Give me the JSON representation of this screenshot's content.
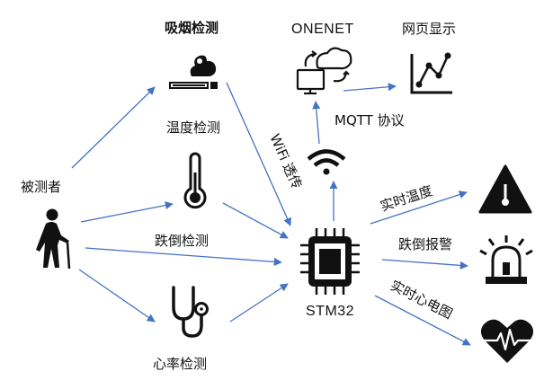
{
  "nodes": {
    "subject": "被测者",
    "smoke": "吸烟检测",
    "temperature": "温度检测",
    "fall": "跌倒检测",
    "heart": "心率检测",
    "mcu": "STM32",
    "cloud": "ONENET",
    "web": "网页显示",
    "out_temp": "实时温度",
    "out_alarm": "跌倒报警",
    "out_ecg": "实时心电图"
  },
  "links": {
    "wifi": "WiFi 透传",
    "mqtt": "MQTT 协议"
  },
  "colors": {
    "arrow": "#4472c4",
    "icon": "#111111"
  },
  "icons": [
    "elderly-person-icon",
    "cigarette-icon",
    "thermometer-icon",
    "stethoscope-icon",
    "chip-icon",
    "wifi-icon",
    "cloud-computer-icon",
    "line-chart-icon",
    "warning-thermometer-icon",
    "siren-icon",
    "heart-ecg-icon"
  ]
}
